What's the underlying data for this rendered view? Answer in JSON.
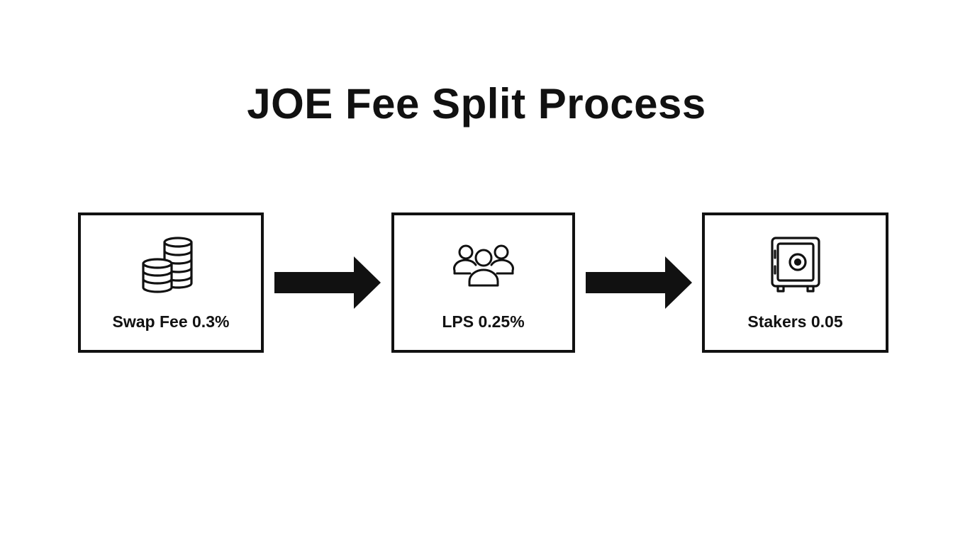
{
  "diagram": {
    "title": "JOE Fee Split Process",
    "steps": [
      {
        "label": "Swap Fee 0.3%",
        "icon": "coins-stack-icon"
      },
      {
        "label": "LPS 0.25%",
        "icon": "users-group-icon"
      },
      {
        "label": "Stakers 0.05",
        "icon": "safe-vault-icon"
      }
    ],
    "connectors": [
      {
        "from": "Swap Fee 0.3%",
        "to": "LPS 0.25%",
        "icon": "right-arrow-icon"
      },
      {
        "from": "LPS 0.25%",
        "to": "Stakers 0.05",
        "icon": "right-arrow-icon"
      }
    ],
    "colors": {
      "stroke": "#111111",
      "background": "#ffffff"
    }
  }
}
